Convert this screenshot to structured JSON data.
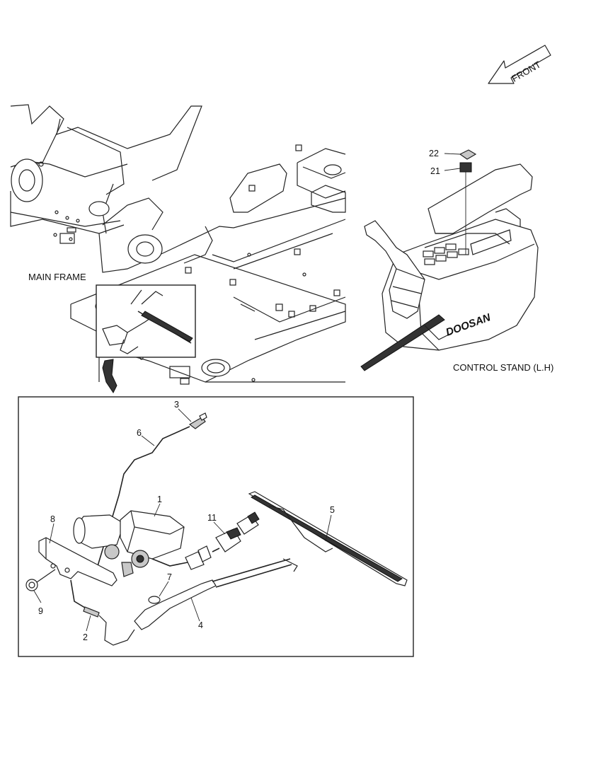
{
  "orientation": {
    "label": "FRONT"
  },
  "views": {
    "main_frame": "MAIN FRAME",
    "control_stand": "CONTROL STAND (L.H)",
    "brand": "DOOSAN"
  },
  "callouts": {
    "c1": "1",
    "c2": "2",
    "c3": "3",
    "c4": "4",
    "c5": "5",
    "c6": "6",
    "c7": "7",
    "c8": "8",
    "c9": "9",
    "c11": "11",
    "c21": "21",
    "c22": "22"
  }
}
